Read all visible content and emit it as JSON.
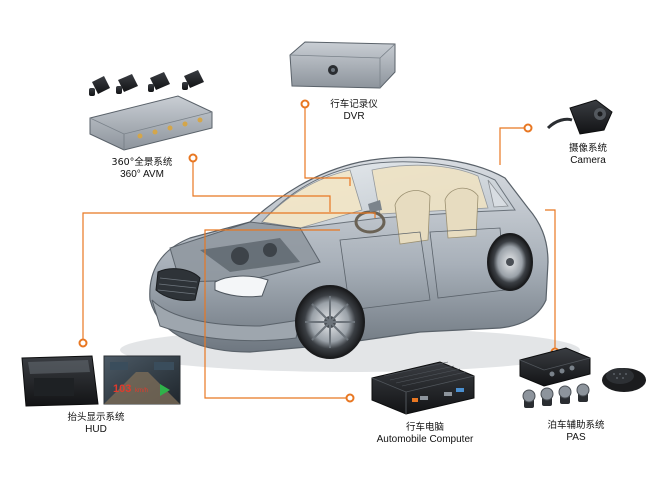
{
  "diagram": {
    "accent_color": "#e87722",
    "components": [
      {
        "id": "dvr",
        "name_cn": "行车记录仪",
        "name_en": "DVR"
      },
      {
        "id": "avm",
        "name_cn": "360°全景系统",
        "name_en": "360° AVM"
      },
      {
        "id": "camera",
        "name_cn": "摄像系统",
        "name_en": "Camera"
      },
      {
        "id": "hud",
        "name_cn": "抬头显示系统",
        "name_en": "HUD"
      },
      {
        "id": "computer",
        "name_cn": "行车电脑",
        "name_en": "Automobile Computer"
      },
      {
        "id": "pas",
        "name_cn": "泊车辅助系统",
        "name_en": "PAS"
      }
    ],
    "hud_screen": {
      "speed": "103",
      "unit": "km/h"
    }
  }
}
